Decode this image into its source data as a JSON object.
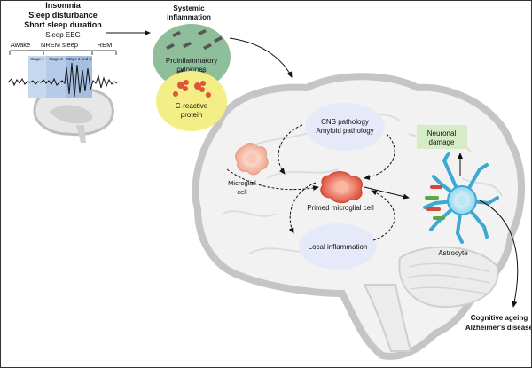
{
  "sleep": {
    "lines": [
      "Insomnia",
      "Sleep disturbance",
      "Short sleep duration"
    ],
    "eeg_label": "Sleep EEG",
    "awake": "Awake",
    "nrem": "NREM sleep",
    "rem": "REM",
    "stage1": "Stage 1",
    "stage2": "Stage 2",
    "stage34": "Stage 3 and 4"
  },
  "systemic": {
    "lines": [
      "Systemic",
      "inflammation"
    ]
  },
  "cytokines": {
    "lines": [
      "Proinflammatory",
      "cytokines"
    ]
  },
  "crp": {
    "lines": [
      "C-reactive",
      "protein"
    ]
  },
  "cns": {
    "lines": [
      "CNS pathology",
      "Amyloid pathology"
    ]
  },
  "microglial": {
    "lines": [
      "Microglial",
      "cell"
    ]
  },
  "primed": "Primed microglial cell",
  "local": "Local inflammation",
  "neuronal": {
    "lines": [
      "Neuronal",
      "damage"
    ]
  },
  "astrocyte": "Astrocyte",
  "outcome": {
    "lines": [
      "Cognitive ageing",
      "Alzheimer's disease"
    ]
  },
  "colors": {
    "cytokine_fill": "#8fbf9a",
    "crp_fill": "#f3ee86",
    "cns_fill": "#e6e9f7",
    "neuronal_fill": "#d6ecc6",
    "astro_blue": "#3aa9d3",
    "microglia_red": "#e0533d"
  }
}
